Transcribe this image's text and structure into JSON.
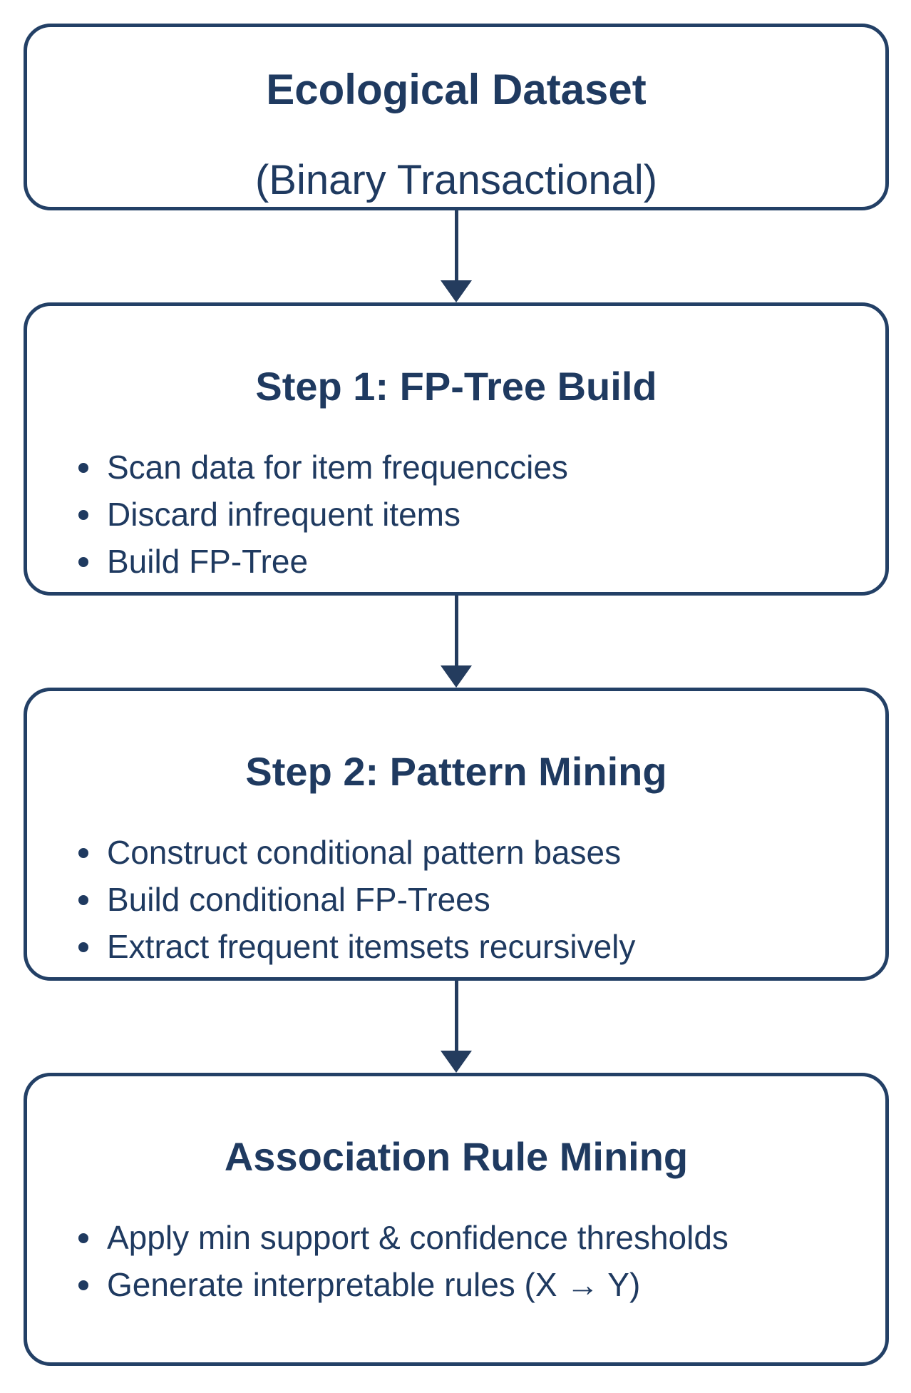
{
  "flowchart": {
    "colors": {
      "ink": "#1f3a60",
      "border": "#234066",
      "arrow": "#243c5e",
      "background": "#ffffff"
    },
    "nodes": [
      {
        "id": "ecological-dataset",
        "title": "Ecological Dataset",
        "subtitle": "(Binary Transactional)",
        "bullets": []
      },
      {
        "id": "step1-fp-tree-build",
        "title": "Step 1: FP-Tree Build",
        "bullets": [
          "Scan data for item frequenccies",
          "Discard infrequent items",
          "Build FP-Tree"
        ]
      },
      {
        "id": "step2-pattern-mining",
        "title": "Step 2: Pattern Mining",
        "bullets": [
          "Construct conditional pattern bases",
          "Build conditional FP-Trees",
          "Extract frequent itemsets recursively"
        ]
      },
      {
        "id": "association-rule-mining",
        "title": "Association Rule Mining",
        "bullets": [
          "Apply min support & confidence thresholds",
          "Generate interpretable rules (X → Y)"
        ]
      }
    ]
  }
}
